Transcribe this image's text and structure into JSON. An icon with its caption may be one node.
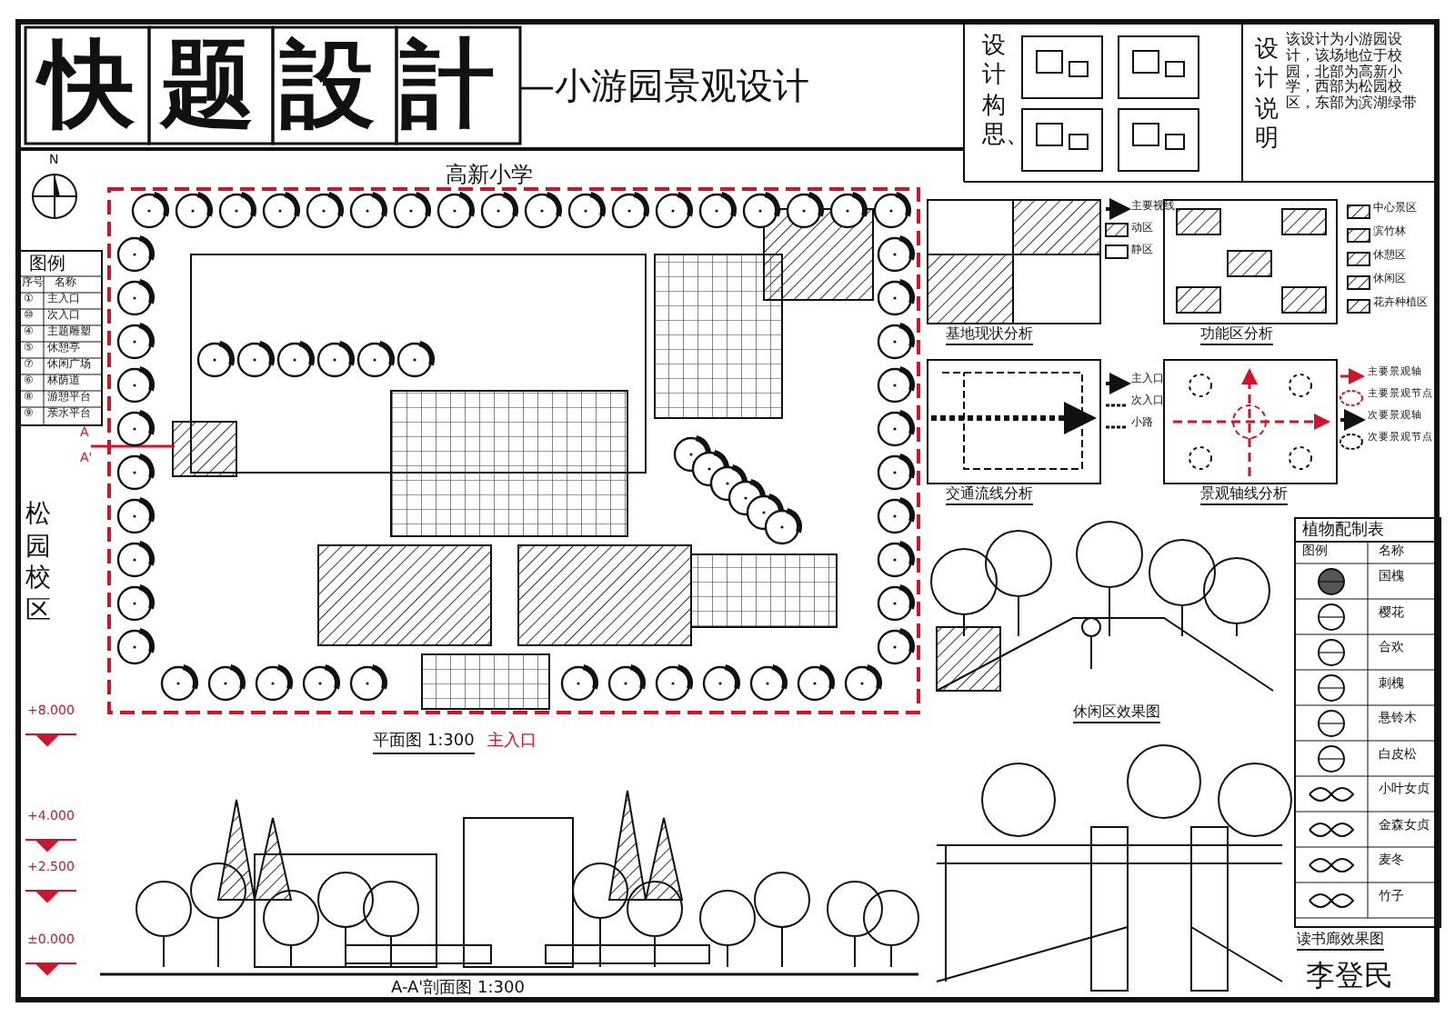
{
  "diagram": {
    "title": "快题設計",
    "labels": [
      "—小游园景观设计",
      "设计构思、",
      "设计说明",
      "该设计为小游园设计，该场地位于校园，北部为高新小学，西部为松园校区，东部为滨湖绿带",
      "N",
      "高新小学",
      "图例",
      "序号",
      "名称",
      "①",
      "主入口",
      "⑩",
      "次入口",
      "④",
      "主题雕塑",
      "⑤",
      "休憩亭",
      "⑦",
      "休闲广场",
      "⑥",
      "林荫道",
      "⑧",
      "游憩平台",
      "⑨",
      "亲水平台",
      "松园校区",
      "A",
      "A'",
      "平面图 1:300",
      "主入口",
      "+8.000",
      "+4.000",
      "+2.500",
      "±0.000",
      "A-A'剖面图 1:300",
      "基地现状分析",
      "主要视线",
      "动区",
      "静区",
      "功能区分析",
      "交通流线分析",
      "主入口",
      "次入口",
      "小路",
      "景观轴线分析",
      "主要景观轴",
      "主要景观节点",
      "次要景观轴",
      "次要景观节点",
      "休闲区效果图",
      "植物配制表",
      "图例",
      "名称",
      "国槐",
      "樱花",
      "合欢",
      "刺槐",
      "悬铃木",
      "白皮松",
      "小叶女贞",
      "金森女贞",
      "麦冬",
      "竹子",
      "读书廊效果图",
      "李登民"
    ],
    "legend": [
      {
        "text": "中心景区"
      },
      {
        "text": "滨竹林"
      },
      {
        "text": "休憩区"
      },
      {
        "text": "休闲区"
      },
      {
        "text": "花卉种植区"
      }
    ]
  }
}
